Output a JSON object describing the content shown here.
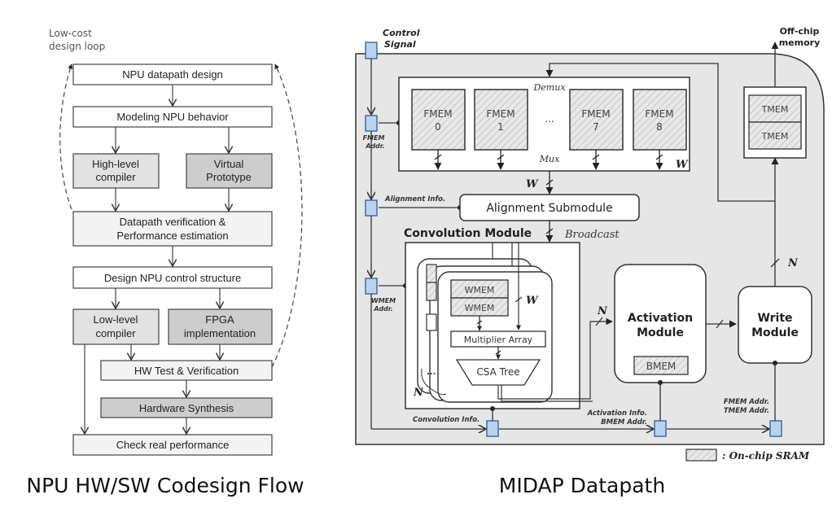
{
  "left": {
    "caption": "NPU HW/SW Codesign Flow",
    "loop_label_line1": "Low-cost",
    "loop_label_line2": "design loop",
    "steps": {
      "datapath_design": "NPU datapath design",
      "modeling": "Modeling NPU behavior",
      "high_level_compiler_1": "High-level",
      "high_level_compiler_2": "compiler",
      "virtual_prototype_1": "Virtual",
      "virtual_prototype_2": "Prototype",
      "verification_1": "Datapath verification &",
      "verification_2": "Performance estimation",
      "control_structure": "Design NPU control structure",
      "low_level_compiler_1": "Low-level",
      "low_level_compiler_2": "compiler",
      "fpga_1": "FPGA",
      "fpga_2": "implementation",
      "hw_test": "HW Test & Verification",
      "hw_synthesis": "Hardware Synthesis",
      "check_perf": "Check real performance"
    }
  },
  "right": {
    "caption": "MIDAP Datapath",
    "control_signal_1": "Control",
    "control_signal_2": "Signal",
    "offchip_1": "Off-chip",
    "offchip_2": "memory",
    "fmem_addr_1": "FMEM",
    "fmem_addr_2": "Addr.",
    "demux": "Demux",
    "mux": "Mux",
    "fmem": [
      {
        "name": "FMEM",
        "index": "0"
      },
      {
        "name": "FMEM",
        "index": "1"
      },
      {
        "name": "FMEM",
        "index": "7"
      },
      {
        "name": "FMEM",
        "index": "8"
      }
    ],
    "ellipsis": "...",
    "w": "W",
    "n": "N",
    "tmem": [
      "TMEM",
      "TMEM"
    ],
    "alignment_info": "Alignment Info.",
    "alignment_submodule": "Alignment Submodule",
    "convolution_module": "Convolution Module",
    "broadcast": "Broadcast",
    "wmem_addr_1": "WMEM",
    "wmem_addr_2": "Addr.",
    "wmem": [
      "WMEM",
      "WMEM"
    ],
    "multiplier_array": "Multiplier Array",
    "csa_tree": "CSA Tree",
    "dots": "...",
    "activation_module_1": "Activation",
    "activation_module_2": "Module",
    "bmem": "BMEM",
    "write_module_1": "Write",
    "write_module_2": "Module",
    "convolution_info": "Convolution Info.",
    "activation_info_1": "Activation Info.",
    "activation_info_2": "BMEM Addr.",
    "write_info_1": "FMEM Addr.",
    "write_info_2": "TMEM Addr.",
    "legend": ": On-chip SRAM"
  },
  "colors": {
    "datapath_bg": "#e6e6e6",
    "control_block": "#b9d3ef",
    "control_block_border": "#2e5c9a",
    "gray_light": "#e4e4e4",
    "gray_dark": "#cfcfcf",
    "line": "#333333"
  }
}
